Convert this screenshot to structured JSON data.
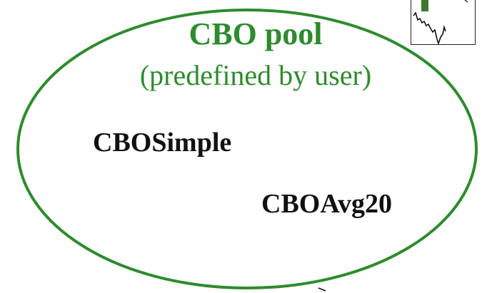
{
  "pool": {
    "title": "CBO pool",
    "subtitle": "(predefined by user)",
    "color": "#2e8b2e"
  },
  "items": [
    {
      "label": "CBOSimple"
    },
    {
      "label": "CBOAvg20"
    }
  ],
  "thumbnail": {
    "bar_color": "#3a7a2a",
    "line_color": "#111111"
  }
}
